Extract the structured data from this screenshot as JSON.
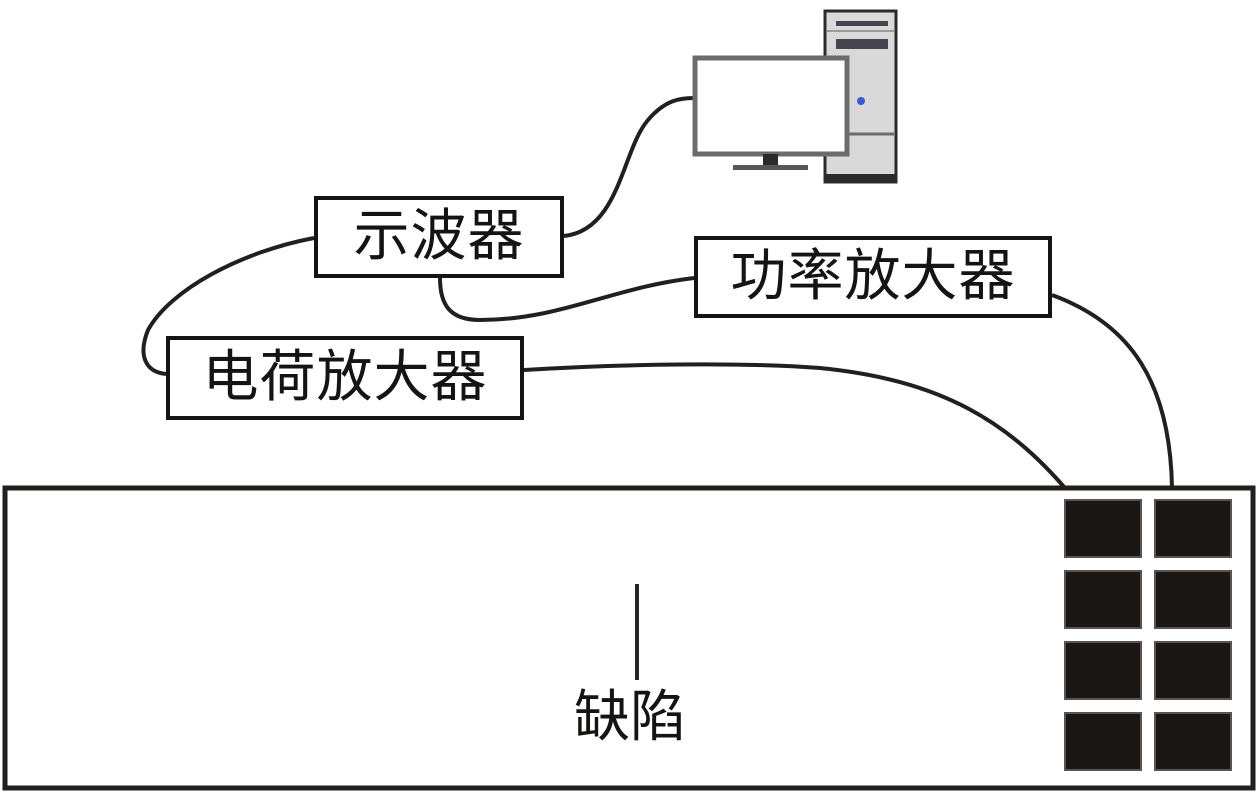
{
  "figure": {
    "type": "experimental-setup-schematic",
    "colors": {
      "line": "#161413",
      "sensor_fill": "#1a1714",
      "monitor_frame": "#6b6b6b",
      "tower_body": "#d9d9d9",
      "tower_edge": "#2b2b2b",
      "power_led": "#3a5bd0"
    }
  },
  "devices": {
    "computer": {
      "name": "computer",
      "has_monitor": true,
      "has_tower": true
    },
    "oscilloscope": {
      "label": "示波器"
    },
    "power_amplifier": {
      "label": "功率放大器"
    },
    "charge_amplifier": {
      "label": "电荷放大器"
    }
  },
  "specimen": {
    "name": "plate",
    "defect_label": "缺陷",
    "sensor_array": {
      "rows": 4,
      "cols": 2
    }
  },
  "connections": [
    {
      "from": "oscilloscope",
      "to": "computer"
    },
    {
      "from": "oscilloscope",
      "to": "power_amplifier"
    },
    {
      "from": "oscilloscope",
      "to": "charge_amplifier"
    },
    {
      "from": "charge_amplifier",
      "to": "sensor_array"
    },
    {
      "from": "power_amplifier",
      "to": "sensor_array"
    }
  ]
}
